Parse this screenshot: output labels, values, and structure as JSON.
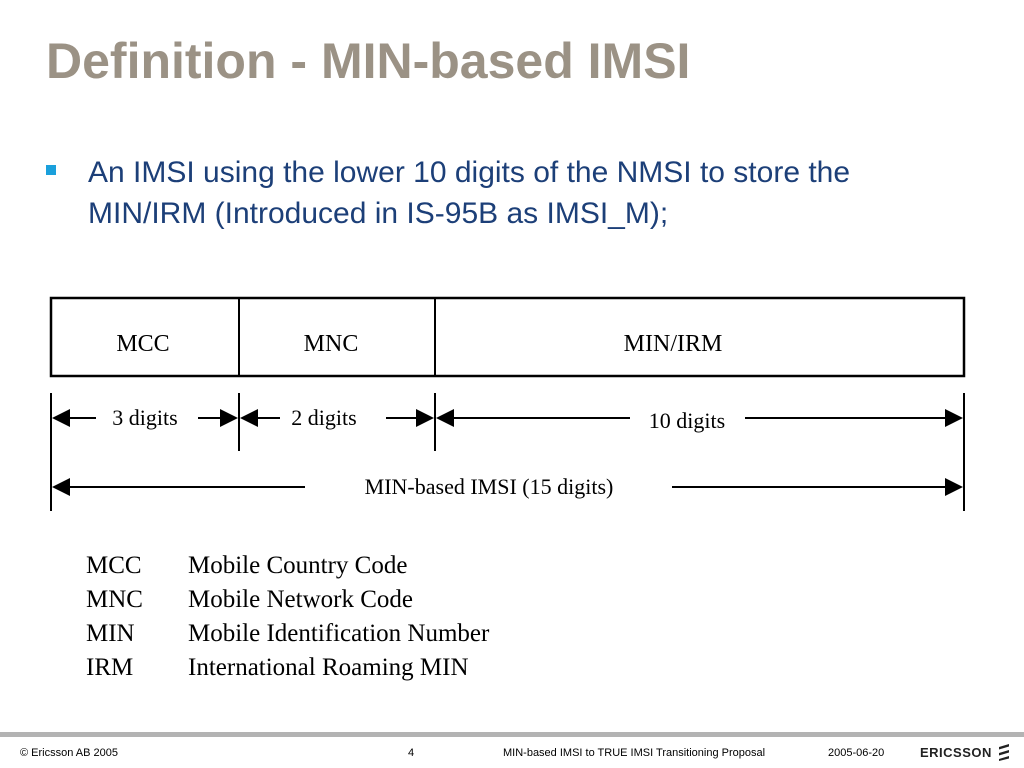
{
  "slide": {
    "title": "Definition - MIN-based IMSI",
    "bullet": "An IMSI using the lower 10 digits of the NMSI to store the MIN/IRM (Introduced in IS-95B as IMSI_M);"
  },
  "diagram": {
    "fields": [
      "MCC",
      "MNC",
      "MIN/IRM"
    ],
    "lengths": [
      "3 digits",
      "2 digits",
      "10 digits"
    ],
    "total": "MIN-based IMSI (15 digits)"
  },
  "definitions": [
    {
      "abbr": "MCC",
      "meaning": "Mobile Country Code"
    },
    {
      "abbr": "MNC",
      "meaning": "Mobile Network Code"
    },
    {
      "abbr": "MIN",
      "meaning": "Mobile Identification Number"
    },
    {
      "abbr": "IRM",
      "meaning": "International Roaming MIN"
    }
  ],
  "footer": {
    "copyright": "© Ericsson AB 2005",
    "page": "4",
    "doc_title": "MIN-based IMSI to TRUE IMSI Transitioning Proposal",
    "date": "2005-06-20",
    "logo": "ERICSSON",
    "logo_icon": "ericsson-stripes-icon"
  },
  "colors": {
    "title": "#9b9285",
    "bullet_text": "#1c3f78",
    "bullet_mark": "#1aa0dc",
    "footer_line": "#b3b3b3"
  }
}
